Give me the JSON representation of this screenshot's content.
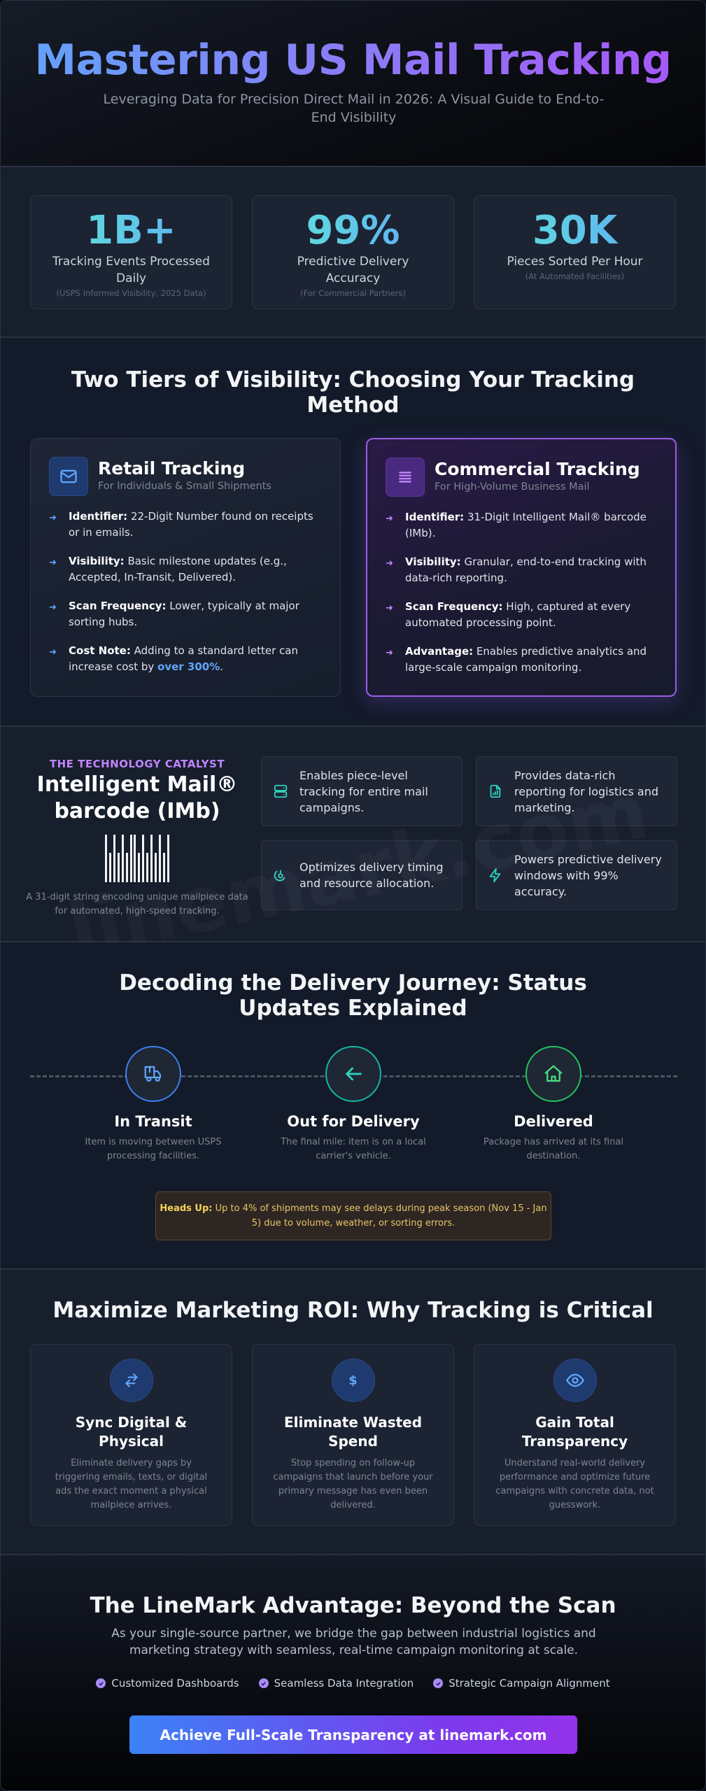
{
  "hero": {
    "title": "Mastering US Mail Tracking",
    "subtitle": "Leveraging Data for Precision Direct Mail in 2026: A Visual Guide to End-to-End Visibility"
  },
  "stats": [
    {
      "value": "1B+",
      "label": "Tracking Events Processed Daily",
      "note": "(USPS Informed Visibility, 2025 Data)"
    },
    {
      "value": "99%",
      "label": "Predictive Delivery Accuracy",
      "note": "(For Commercial Partners)"
    },
    {
      "value": "30K",
      "label": "Pieces Sorted Per Hour",
      "note": "(At Automated Facilities)"
    }
  ],
  "tiers": {
    "title": "Two Tiers of Visibility: Choosing Your Tracking Method",
    "retail": {
      "icon": "envelope-icon",
      "title": "Retail Tracking",
      "subtitle": "For Individuals & Small Shipments",
      "items": [
        {
          "label": "Identifier:",
          "text": " 22-Digit Number found on receipts or in emails."
        },
        {
          "label": "Visibility:",
          "text": " Basic milestone updates (e.g., Accepted, In-Transit, Delivered)."
        },
        {
          "label": "Scan Frequency:",
          "text": " Lower, typically at major sorting hubs."
        },
        {
          "label": "Cost Note:",
          "text": " Adding to a standard letter can increase cost by ",
          "highlight": "over 300%",
          "suffix": "."
        }
      ]
    },
    "commercial": {
      "icon": "stacked-lines-icon",
      "title": "Commercial Tracking",
      "subtitle": "For High-Volume Business Mail",
      "items": [
        {
          "label": "Identifier:",
          "text": " 31-Digit Intelligent Mail® barcode (IMb)."
        },
        {
          "label": "Visibility:",
          "text": " Granular, end-to-end tracking with data-rich reporting."
        },
        {
          "label": "Scan Frequency:",
          "text": " High, captured at every automated processing point."
        },
        {
          "label": "Advantage:",
          "text": " Enables predictive analytics and large-scale campaign monitoring."
        }
      ]
    }
  },
  "imb": {
    "eyebrow": "THE TECHNOLOGY CATALYST",
    "title": "Intelligent Mail® barcode (IMb)",
    "description": "A 31-digit string encoding unique mailpiece data for automated, high-speed tracking.",
    "features": [
      {
        "icon": "server-icon",
        "text": "Enables piece-level tracking for entire mail campaigns."
      },
      {
        "icon": "report-file-icon",
        "text": "Provides data-rich reporting for logistics and marketing."
      },
      {
        "icon": "timing-icon",
        "text": "Optimizes delivery timing and resource allocation."
      },
      {
        "icon": "lightning-icon",
        "text": "Powers predictive delivery windows with 99% accuracy."
      }
    ],
    "watermark": "linemark.com"
  },
  "journey": {
    "title": "Decoding the Delivery Journey: Status Updates Explained",
    "steps": [
      {
        "icon": "truck-icon",
        "title": "In Transit",
        "desc": "Item is moving between USPS processing facilities.",
        "color": "#3b82f6"
      },
      {
        "icon": "arrow-left-icon",
        "title": "Out for Delivery",
        "desc": "The final mile: item is on a local carrier's vehicle.",
        "color": "#2dd4bf"
      },
      {
        "icon": "home-icon",
        "title": "Delivered",
        "desc": "Package has arrived at its final destination.",
        "color": "#22c55e"
      }
    ],
    "alert": {
      "label": "Heads Up:",
      "text": " Up to 4% of shipments may see delays during peak season (Nov 15 - Jan 5) due to volume, weather, or sorting errors."
    }
  },
  "roi": {
    "title": "Maximize Marketing ROI: Why Tracking is Critical",
    "cards": [
      {
        "icon": "sync-arrows-icon",
        "title": "Sync Digital & Physical",
        "desc": "Eliminate delivery gaps by triggering emails, texts, or digital ads the exact moment a physical mailpiece arrives."
      },
      {
        "icon": "dollar-icon",
        "title": "Eliminate Wasted Spend",
        "desc": "Stop spending on follow-up campaigns that launch before your primary message has even been delivered."
      },
      {
        "icon": "eye-icon",
        "title": "Gain Total Transparency",
        "desc": "Understand real-world delivery performance and optimize future campaigns with concrete data, not guesswork."
      }
    ]
  },
  "advantage": {
    "title": "The LineMark Advantage: Beyond the Scan",
    "text": "As your single-source partner, we bridge the gap between industrial logistics and marketing strategy with seamless, real-time campaign monitoring at scale.",
    "checks": [
      "Customized Dashboards",
      "Seamless Data Integration",
      "Strategic Campaign Alignment"
    ],
    "cta": "Achieve Full-Scale Transparency at linemark.com"
  },
  "colors": {
    "accent_blue": "#60a5fa",
    "accent_purple": "#a855f7",
    "accent_teal": "#2dd4bf",
    "warning": "#f4d15c"
  }
}
